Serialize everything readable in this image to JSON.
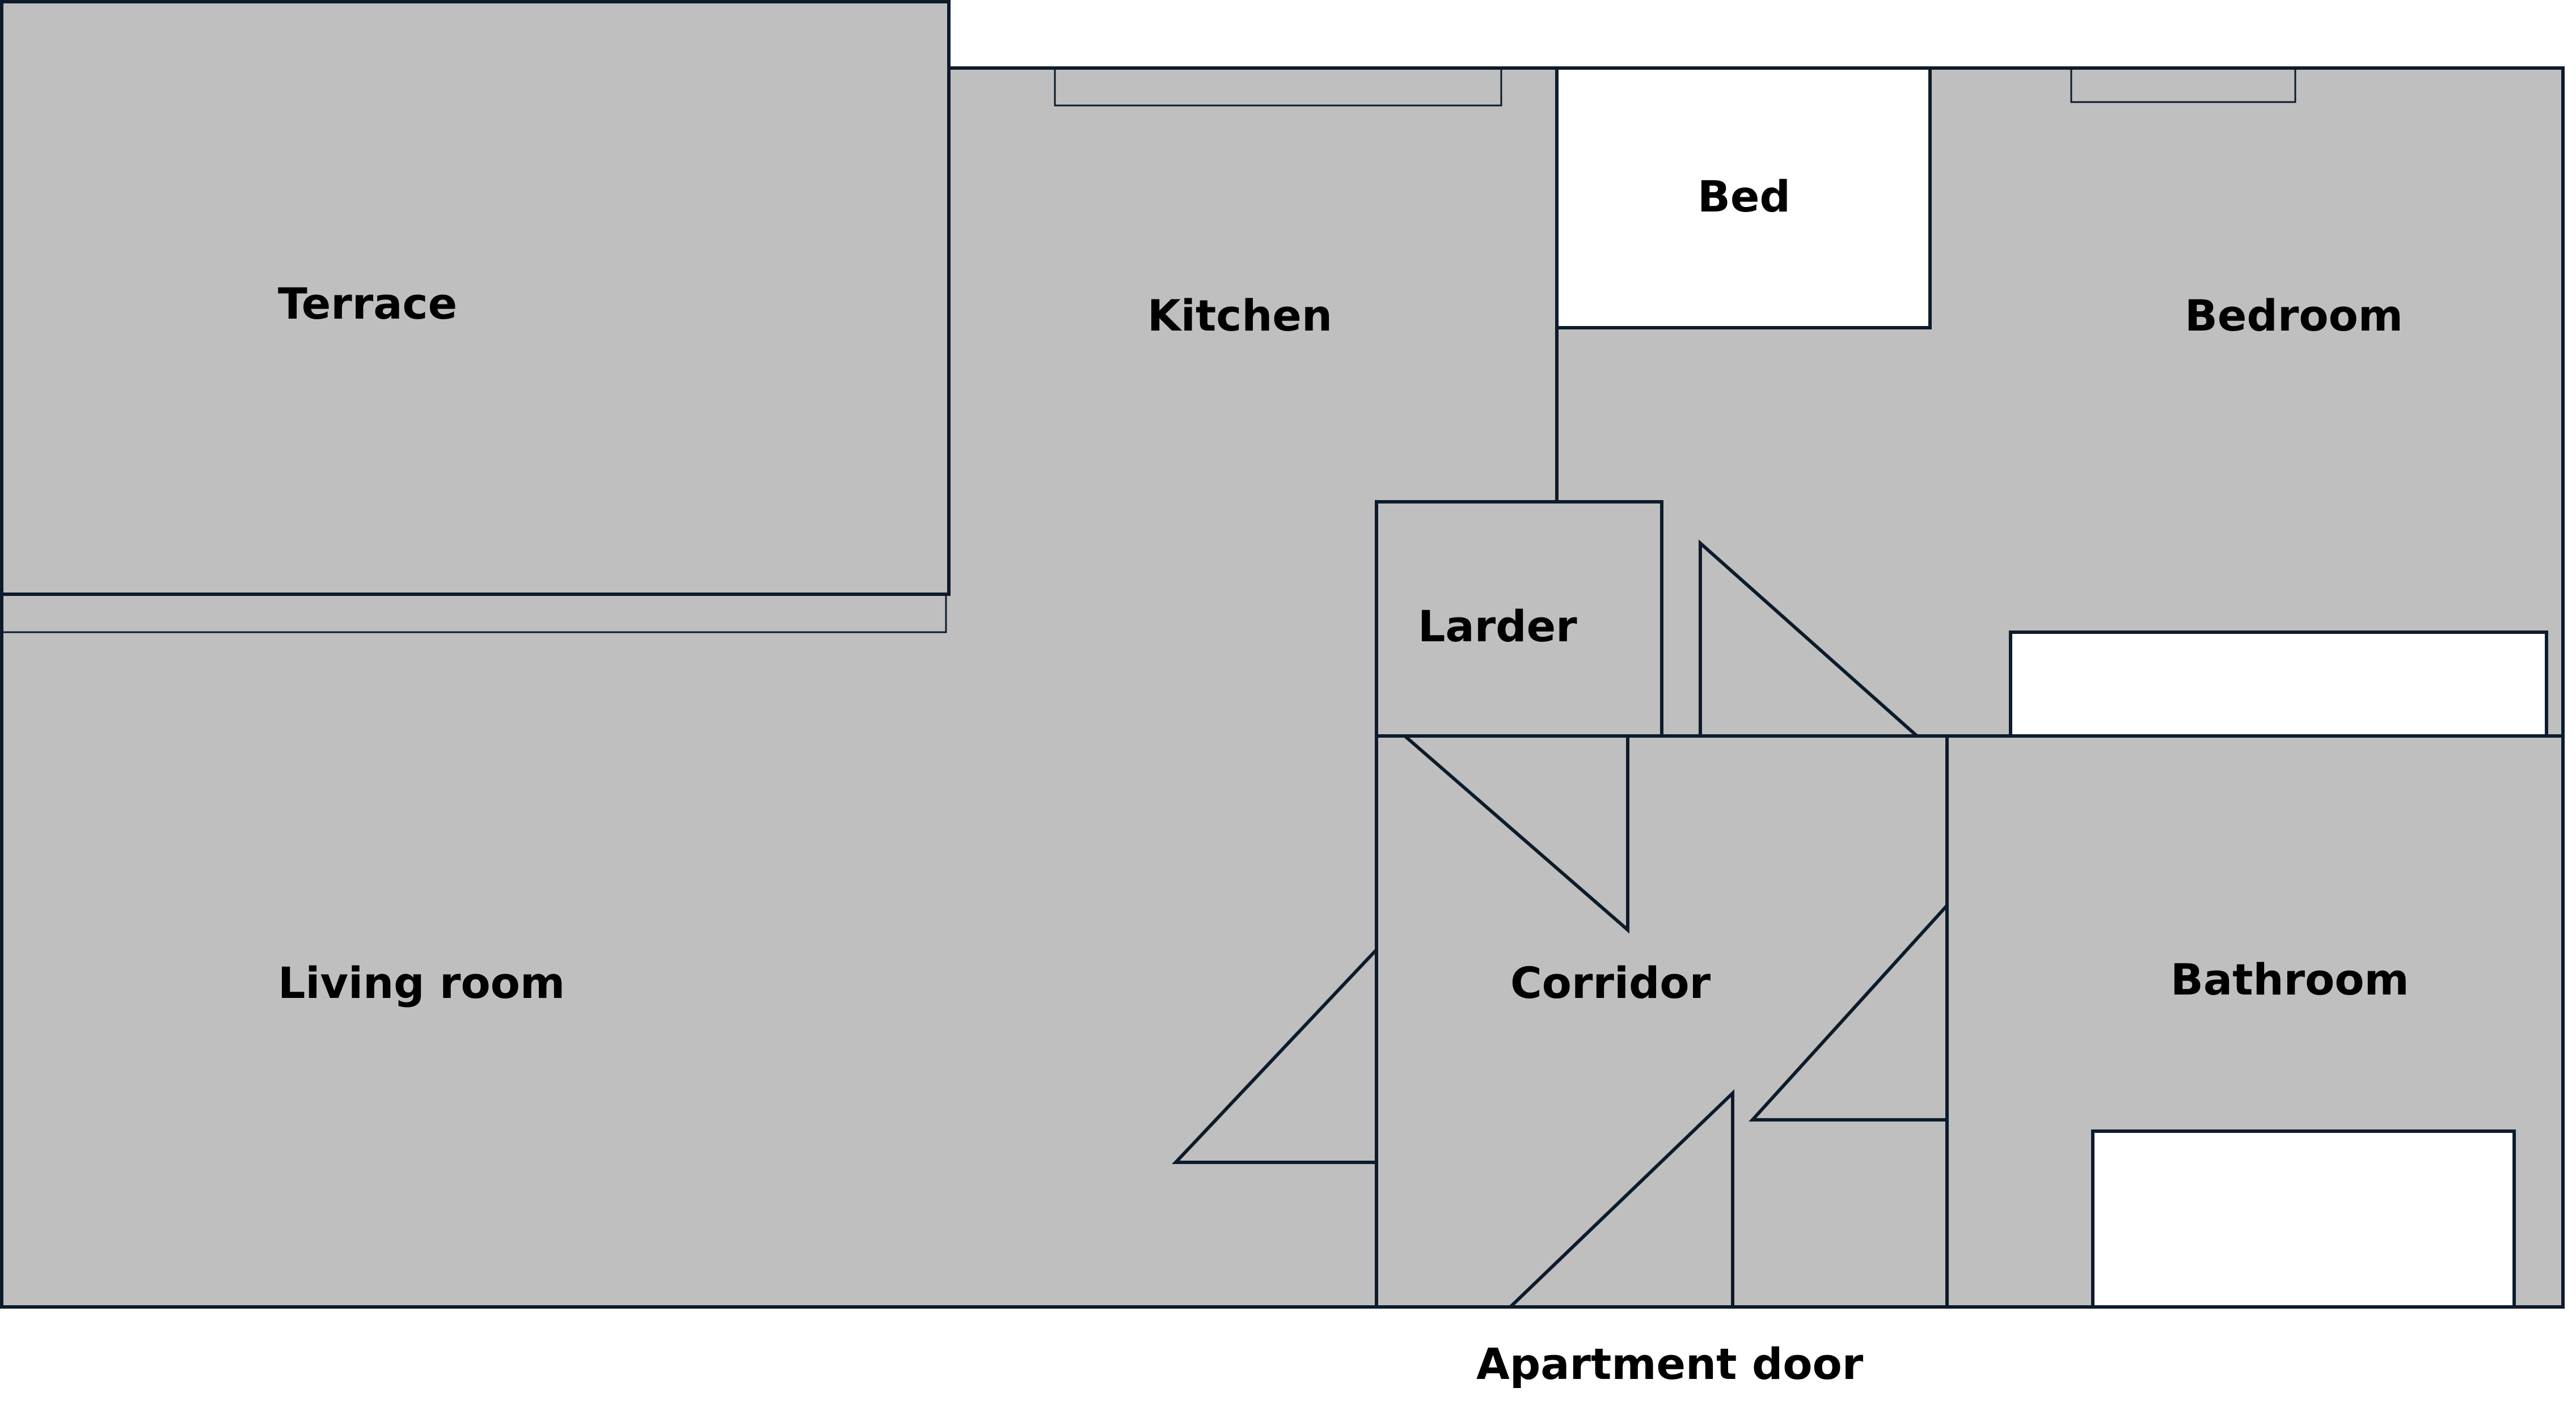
{
  "colors": {
    "floor": "#bfbfbf",
    "wall": "#0d1b2a",
    "furniture": "#ffffff",
    "background": "#ffffff"
  },
  "rooms": {
    "terrace": "Terrace",
    "kitchen": "Kitchen",
    "bedroom": "Bedroom",
    "larder": "Larder",
    "living_room": "Living room",
    "corridor": "Corridor",
    "bathroom": "Bathroom"
  },
  "furniture": {
    "bed": "Bed"
  },
  "entrance": {
    "label": "Apartment door"
  }
}
